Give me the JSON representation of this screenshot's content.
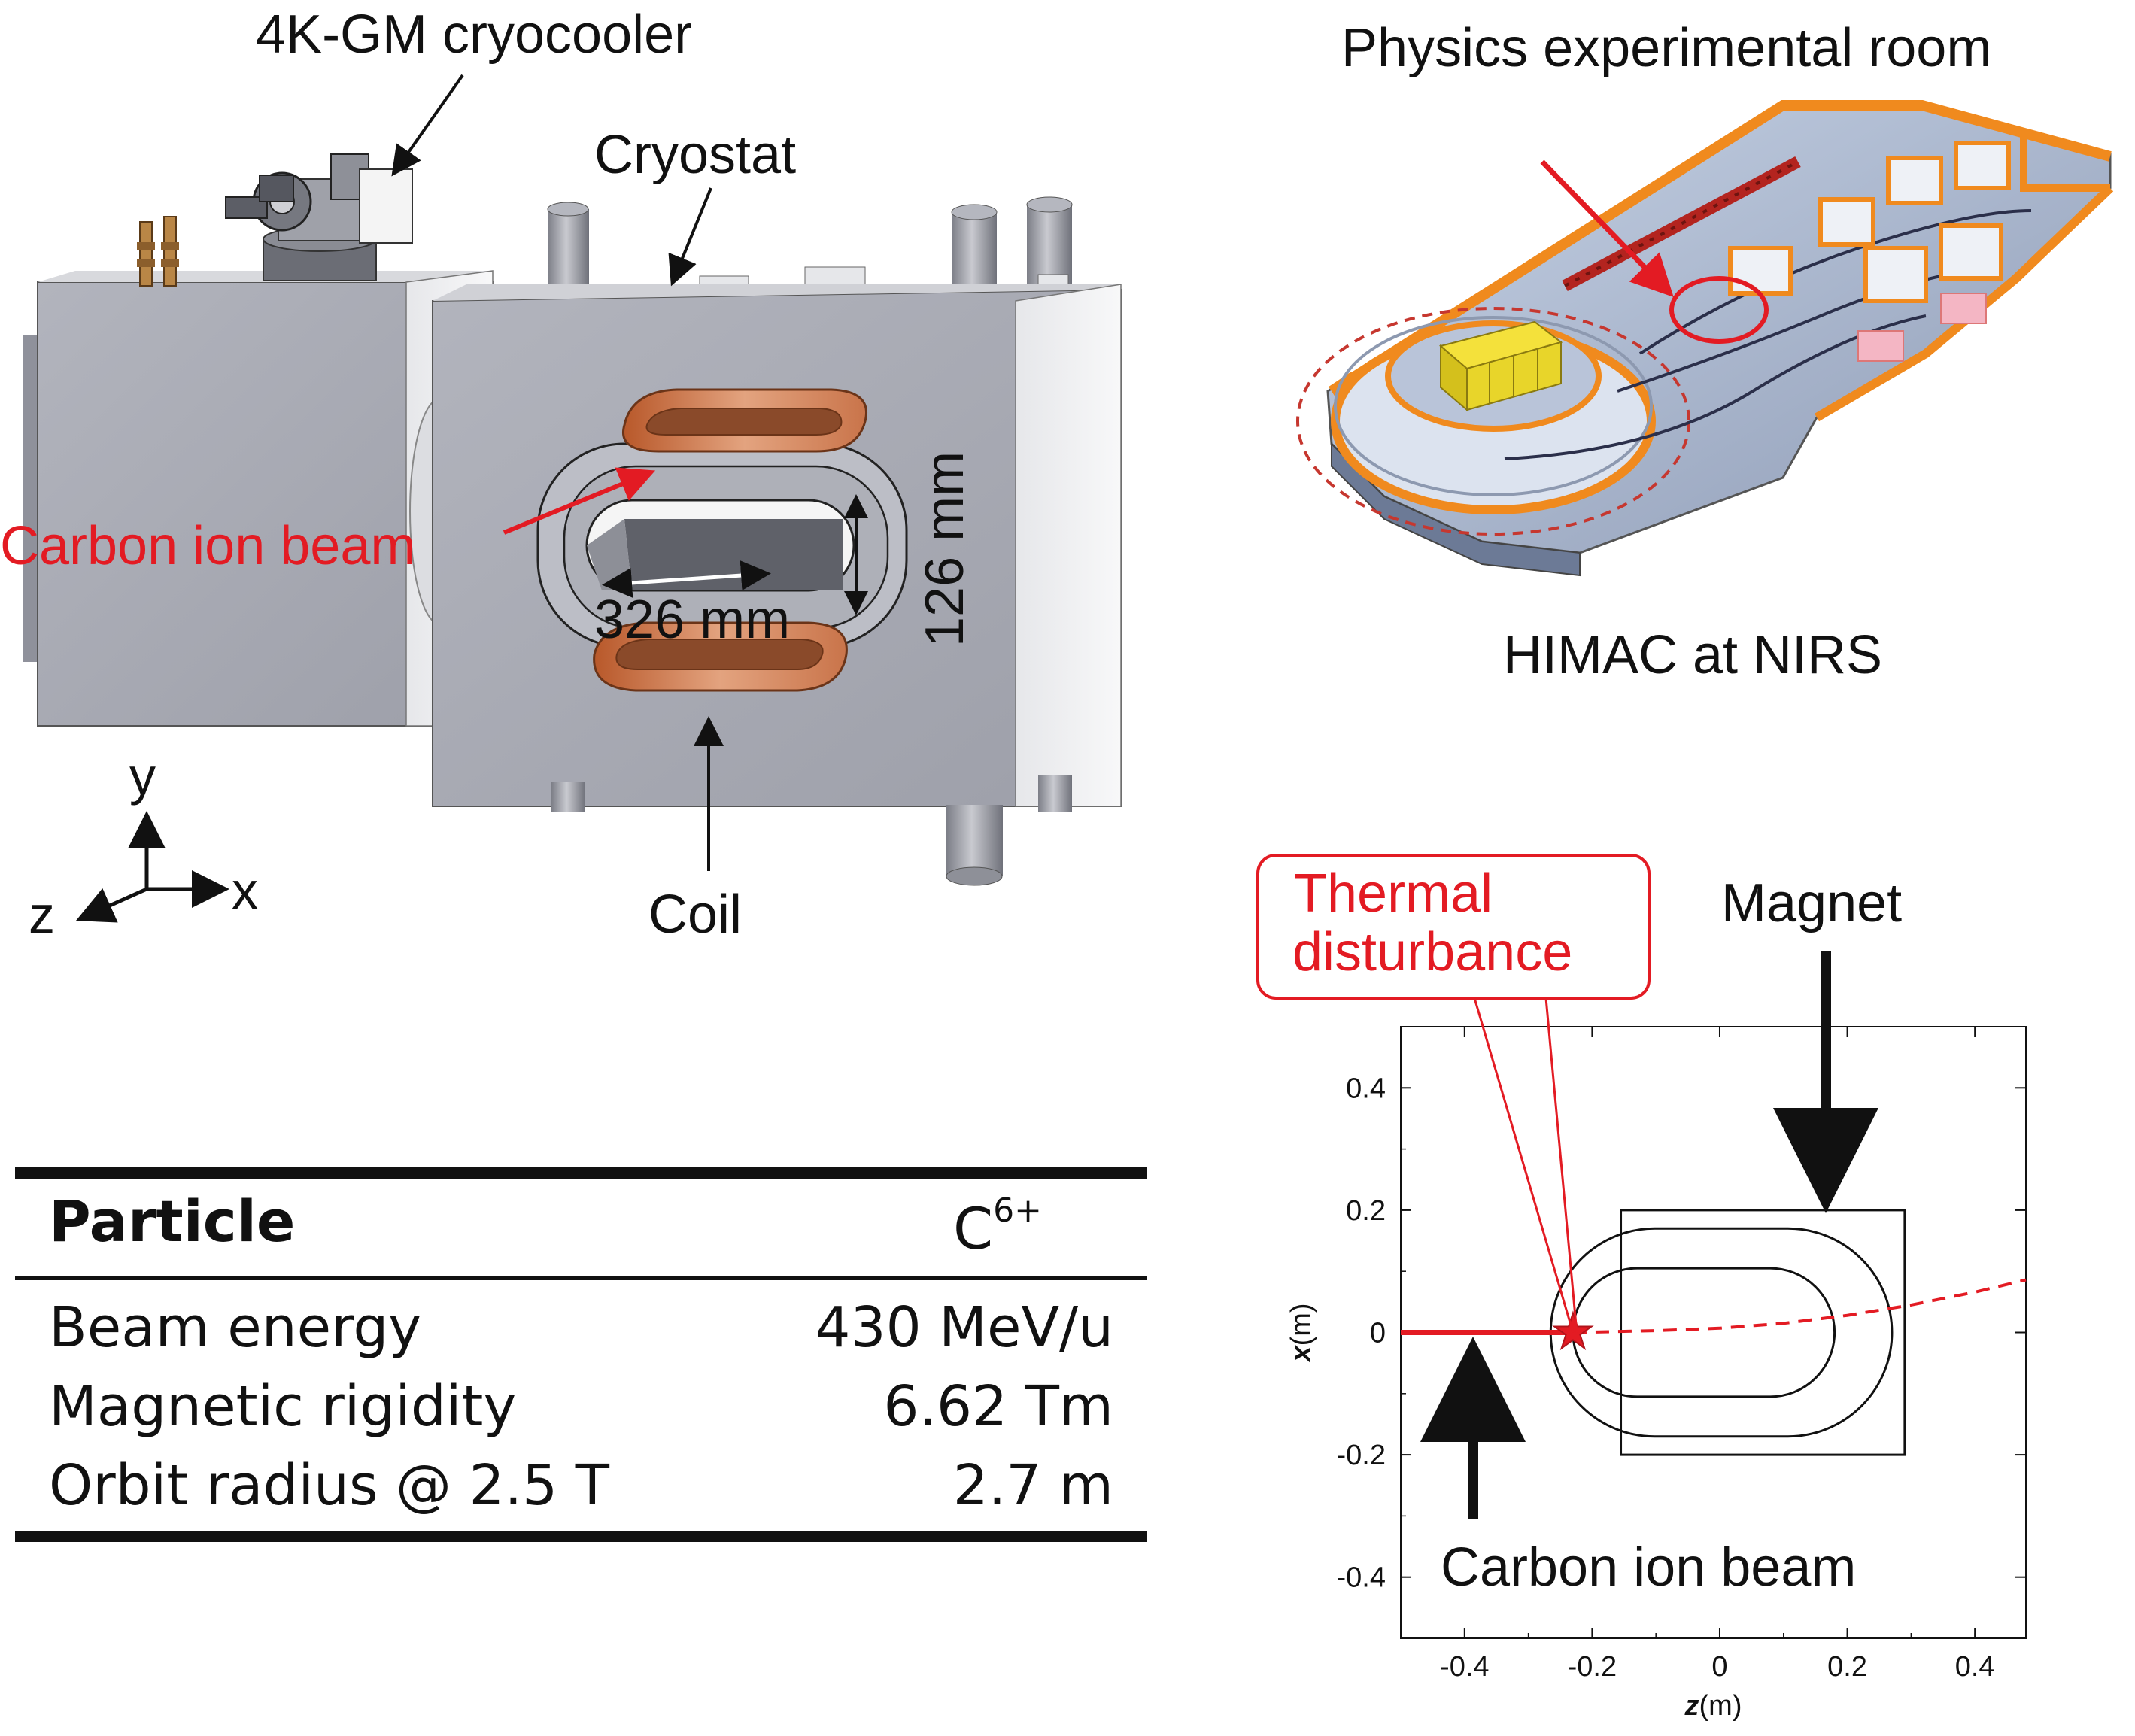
{
  "labels": {
    "cryocooler": "4K-GM cryocooler",
    "cryostat": "Cryostat",
    "beam_red": "Carbon ion beam",
    "width": "326 mm",
    "height": "126 mm",
    "coil": "Coil",
    "axis_y": "y",
    "axis_x": "x",
    "axis_z": "z",
    "room": "Physics experimental room",
    "facility": "HIMAC at NIRS",
    "thermal_1": "Thermal",
    "thermal_2": "disturbance",
    "magnet": "Magnet",
    "beam_black": "Carbon ion beam"
  },
  "table": {
    "header": {
      "label": "Particle",
      "value": "C",
      "superscript": "6+"
    },
    "rows": [
      {
        "label": "Beam energy",
        "value": "430 MeV/u"
      },
      {
        "label": "Magnetic rigidity",
        "value": "6.62 Tm"
      },
      {
        "label": "Orbit radius @ 2.5 T",
        "value": "2.7 m"
      }
    ]
  },
  "colors": {
    "accent": "#e31b23",
    "coil": "#c96a3a",
    "steel": "#a8aab4"
  },
  "chart_data": {
    "type": "scatter",
    "xlabel": {
      "bold": "z",
      "unit": "(m)"
    },
    "ylabel": {
      "bold": "x",
      "unit": "(m)"
    },
    "xlim": [
      -0.5,
      0.48
    ],
    "ylim": [
      -0.5,
      0.5
    ],
    "xticks": [
      "-0.4",
      "-0.2",
      "0",
      "0.2",
      "0.4"
    ],
    "yticks": [
      "0.4",
      "0.2",
      "0",
      "-0.2",
      "-0.4"
    ],
    "xtick_values": [
      -0.4,
      -0.2,
      0,
      0.2,
      0.4
    ],
    "ytick_values": [
      0.4,
      0.2,
      0,
      -0.2,
      -0.4
    ],
    "magnet_box": {
      "z": [
        -0.155,
        0.29
      ],
      "x": [
        -0.2,
        0.2
      ]
    },
    "coil_outer": {
      "z": [
        -0.265,
        0.27
      ],
      "x": [
        -0.17,
        0.17
      ]
    },
    "coil_inner": {
      "z": [
        -0.23,
        0.18
      ],
      "x": [
        -0.105,
        0.105
      ]
    },
    "beam_incoming": {
      "z": [
        -0.5,
        -0.23
      ],
      "x": [
        0,
        0
      ]
    },
    "beam_deflected": {
      "z": [
        -0.23,
        -0.1,
        0.0,
        0.1,
        0.2,
        0.3,
        0.4,
        0.48
      ],
      "x": [
        0,
        0.003,
        0.007,
        0.015,
        0.028,
        0.045,
        0.066,
        0.086
      ]
    },
    "disturbance_point": {
      "z": -0.23,
      "x": 0
    }
  }
}
